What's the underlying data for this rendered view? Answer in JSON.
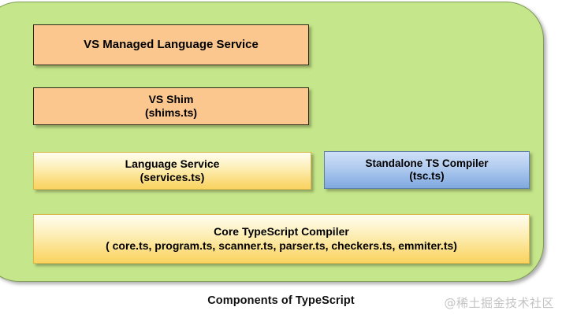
{
  "diagram": {
    "caption": "Components of TypeScript",
    "panel_color": "#c5e68a",
    "panel_border_color": "#7e9b55",
    "boxes": [
      {
        "name": "vs-managed-language-service",
        "line1": "VS Managed Language Service",
        "line2": "",
        "fill": "#fbc78f",
        "style": "orange"
      },
      {
        "name": "vs-shim",
        "line1": "VS Shim",
        "line2": "(shims.ts)",
        "fill": "#fbc78f",
        "style": "orange"
      },
      {
        "name": "language-service",
        "line1": "Language Service",
        "line2": "(services.ts)",
        "fill": "#fbdd7e",
        "style": "yellow"
      },
      {
        "name": "standalone-ts-compiler",
        "line1": "Standalone TS Compiler",
        "line2": "(tsc.ts)",
        "fill": "#8cb2e4",
        "style": "blue"
      },
      {
        "name": "core-typescript-compiler",
        "line1": "Core TypeScript Compiler",
        "line2": "( core.ts, program.ts, scanner.ts, parser.ts, checkers.ts, emmiter.ts)",
        "fill": "#fbdd7e",
        "style": "yellow"
      }
    ]
  },
  "watermark": {
    "text": "@稀土掘金技术社区",
    "color": "#c3c3c3"
  }
}
